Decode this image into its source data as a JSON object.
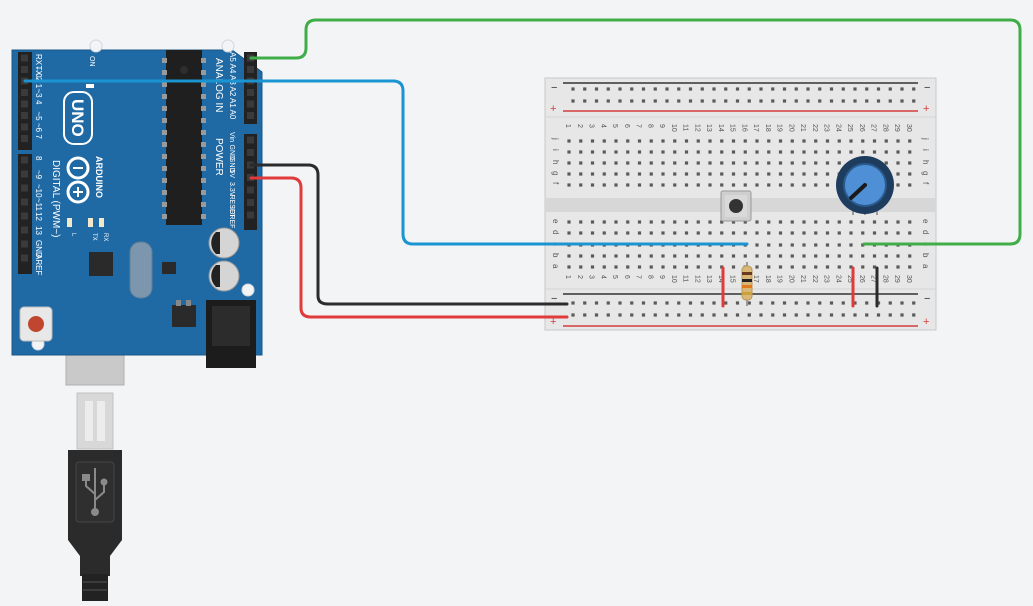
{
  "canvas": {
    "background": "#f3f4f6"
  },
  "arduino": {
    "board_color": "#1f6aa5",
    "logo": "UNO",
    "brand": "ARDUINO",
    "on_label": "ON",
    "digital_label": "DIGITAL (PWM~)",
    "analog_label": "ANALOG IN",
    "power_label": "POWER",
    "l_label": "L",
    "tx_label": "TX",
    "rx_label": "RX",
    "digital_pins": [
      "RX←0",
      "TX→1",
      "2",
      "~3",
      "4",
      "~5",
      "~6",
      "7",
      "8",
      "~9",
      "~10",
      "~11",
      "12",
      "13",
      "GND",
      "AREF"
    ],
    "analog_pins": [
      "A5",
      "A4",
      "A3",
      "A2",
      "A1",
      "A0"
    ],
    "power_pins": [
      "Vin",
      "GND",
      "GND",
      "5V",
      "3.3V",
      "RESET",
      "IOREF"
    ]
  },
  "breadboard": {
    "columns": [
      "1",
      "2",
      "3",
      "4",
      "5",
      "6",
      "7",
      "8",
      "9",
      "10",
      "11",
      "12",
      "13",
      "14",
      "15",
      "16",
      "17",
      "18",
      "19",
      "20",
      "21",
      "22",
      "23",
      "24",
      "25",
      "26",
      "27",
      "28",
      "29",
      "30"
    ],
    "top_rows": [
      "j",
      "i",
      "h",
      "g",
      "f"
    ],
    "bottom_rows": [
      "e",
      "d",
      "c",
      "b",
      "a"
    ],
    "rail_minus": "−",
    "rail_plus": "+",
    "rail_minus_color": "#333333",
    "rail_plus_color": "#d43d3d"
  },
  "wires": [
    {
      "name": "wire-a5-potentiometer",
      "color": "#3fae49"
    },
    {
      "name": "wire-pin2-button",
      "color": "#1a95d2"
    },
    {
      "name": "wire-gnd-rail",
      "color": "#2b2b2b"
    },
    {
      "name": "wire-5v-rail",
      "color": "#e03a3a"
    }
  ],
  "components": {
    "pushbutton": "pushbutton",
    "potentiometer": "potentiometer",
    "resistor": "resistor"
  },
  "usb": {
    "icon": "usb-icon"
  }
}
